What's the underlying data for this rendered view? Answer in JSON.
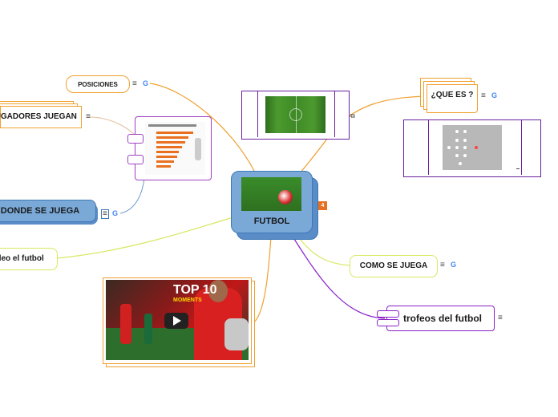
{
  "central": {
    "label": "FUTBOL",
    "badge": "4"
  },
  "topics": {
    "posiciones": "POSICIONES",
    "jugadores": "JUGADORES JUEGAN",
    "donde": "DONDE SE JUEGA",
    "video": "video el futbol",
    "que_es": "¿QUE ES ?",
    "como": "COMO SE JUEGA",
    "trofeos": "trofeos del futbol"
  },
  "video": {
    "title": "TOP 10",
    "subtitle": "MOMENTS"
  },
  "colors": {
    "central_fill": "#7aa9d8",
    "central_border": "#3d78b5",
    "orange_line": "#f0a030",
    "yellow_line": "#d8e860",
    "purple_line": "#8a20c8",
    "blue_line": "#6a9ad0"
  },
  "icons": [
    "note-icon",
    "google-icon",
    "link-icon",
    "play-icon"
  ]
}
